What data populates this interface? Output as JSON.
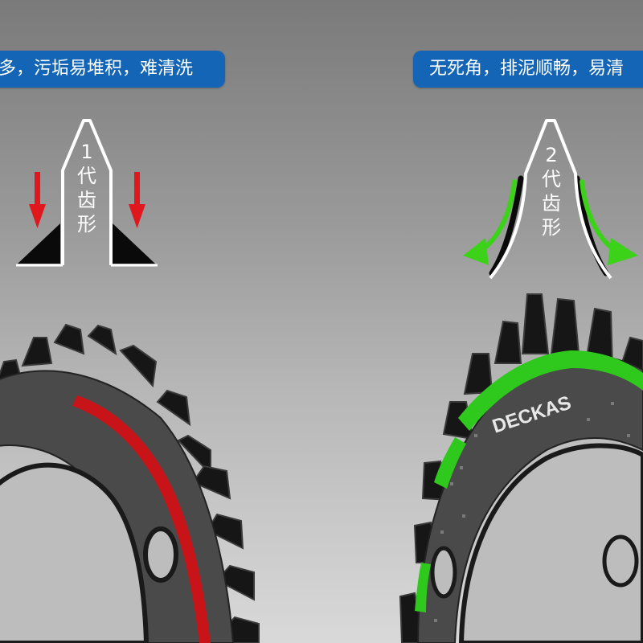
{
  "banners": {
    "left": "多，污垢易堆积，难清洗",
    "right": "无死角，排泥顺畅，易清"
  },
  "gen1": {
    "number": "1",
    "char1": "代",
    "char2": "齿",
    "char3": "形"
  },
  "gen2": {
    "number": "2",
    "char1": "代",
    "char2": "齿",
    "char3": "形"
  },
  "brand": "DECKAS",
  "colors": {
    "banner": "#1465b5",
    "arrow_red": "#e0181e",
    "arrow_green": "#3cd21a",
    "ring_red": "#c81418",
    "ring_green": "#2fc81c",
    "metal": "#1c1c1c"
  }
}
